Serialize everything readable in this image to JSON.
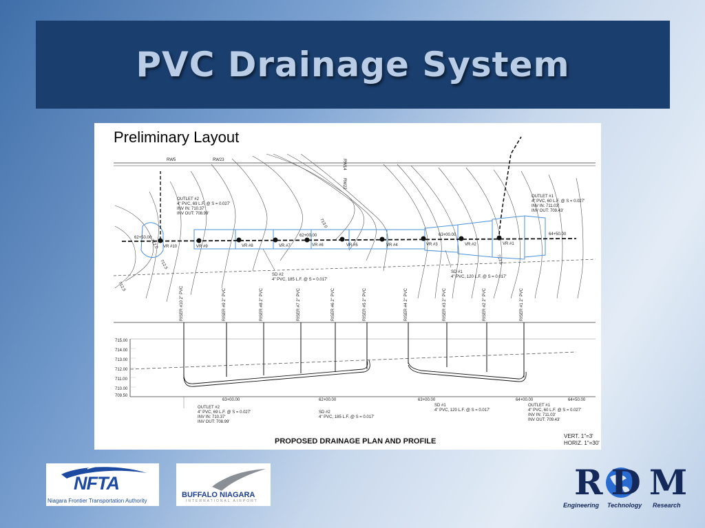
{
  "slide": {
    "title": "PVC Drainage System"
  },
  "figure": {
    "caption": "Preliminary Layout",
    "plan": {
      "row_labels": [
        "RW5",
        "RW23",
        "RW14",
        "RW22"
      ],
      "contour_labels": [
        "712.0",
        "712.5",
        "713.0",
        "713.5",
        "712.5"
      ],
      "risers": [
        "VR #10",
        "VR #9",
        "VR #8",
        "VR #7",
        "VR #6",
        "VR #5",
        "VR #4",
        "VR #3",
        "VR #2",
        "VR #1"
      ],
      "stations": [
        "62+50.00",
        "62+00.00",
        "63+00.00",
        "64+50.00"
      ],
      "outlet2": [
        "OUTLET #2",
        "4\" PVC, 69 L.F. @ S = 0.027'",
        "INV IN: 710.37'",
        "INV OUT: 708.99'"
      ],
      "outlet1": [
        "OUTLET #1",
        "4\" PVC, 60 L.F. @ S = 0.027'",
        "INV IN: 711.03'",
        "INV OUT: 709.43'"
      ],
      "sd2": [
        "SD #2",
        "4\" PVC, 185 L.F. @ S = 0.017'"
      ],
      "sd1": [
        "SD #1",
        "4\" PVC, 120 L.F. @ S = 0.017'"
      ]
    },
    "profile": {
      "riser_labels": [
        "RISER #10 2\" PVC",
        "RISER #9 2\" PVC",
        "RISER #8 2\" PVC",
        "RISER #7 2\" PVC",
        "RISER #6 2\" PVC",
        "RISER #5 2\" PVC",
        "RISER #4 2\" PVC",
        "RISER #3 2\" PVC",
        "RISER #2 2\" PVC",
        "RISER #1 2\" PVC"
      ],
      "elevations": [
        "715.00",
        "714.00",
        "713.00",
        "712.00",
        "711.00",
        "710.00",
        "709.50"
      ],
      "stations": [
        "63+00.00",
        "62+00.00",
        "63+00.00",
        "64+00.00",
        "64+50.00"
      ],
      "outlet2": [
        "OUTLET #2",
        "4\" PVC, 69 L.F. @ S = 0.027'",
        "INV IN: 710.37'",
        "INV OUT: 708.99'"
      ],
      "sd2": [
        "SD #2",
        "4\" PVC, 185 L.F. @ S = 0.017'"
      ],
      "sd1": [
        "SD #1",
        "4\" PVC, 120 L.F. @ S = 0.017'"
      ],
      "outlet1": [
        "OUTLET #1",
        "4\" PVC, 60 L.F. @ S = 0.027'",
        "INV IN: 711.03'",
        "INV OUT: 709.43'"
      ],
      "sheet_title": "PROPOSED DRAINAGE PLAN AND PROFILE",
      "scale_vert": "VERT. 1\"=3'",
      "scale_horiz": "HORIZ. 1\"=30'"
    }
  },
  "logos": {
    "nfta": {
      "mark": "NFTA",
      "tagline": "Niagara Frontier Transportation Authority"
    },
    "buffalo": {
      "mark": "BUFFALO NIAGARA",
      "sub": "INTERNATIONAL AIRPORT"
    },
    "rdm": {
      "mark": "RDM",
      "taglines": [
        "Engineering",
        "Technology",
        "Research"
      ]
    }
  },
  "colors": {
    "title_bar": "#1a3f6f",
    "title_text": "#b9cde6",
    "plan_zone": "#4a90d9",
    "nfta_blue": "#1b4aa0",
    "rdm_navy": "#14285a"
  }
}
